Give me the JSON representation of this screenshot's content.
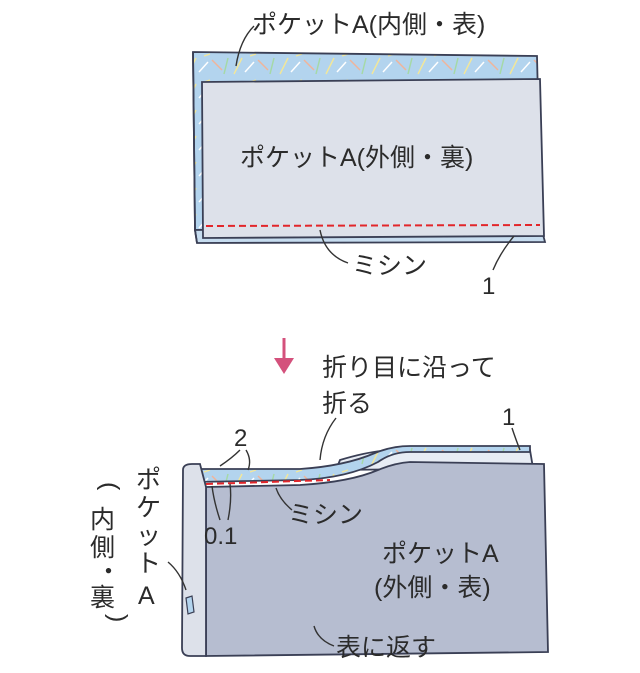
{
  "diagram": {
    "step1": {
      "label_pocket_inner_front": "ポケットA(内側・表)",
      "label_pocket_outer_back": "ポケットA(外側・裏)",
      "label_sewing": "ミシン",
      "label_step_1": "1"
    },
    "step2": {
      "label_fold_line1": "折り目に沿って",
      "label_fold_line2": "折る",
      "label_step_1": "1",
      "label_step_2": "2",
      "label_allowance": "0.1",
      "label_sewing": "ミシン",
      "label_vertical_paren": [
        "(",
        "内",
        "側",
        "・",
        "裏",
        ")"
      ],
      "label_vertical_pocket": [
        "ポ",
        "ケ",
        "ッ",
        "ト",
        "A"
      ],
      "label_pocket_outer_front_1": "ポケットA",
      "label_pocket_outer_front_2": "(外側・表)",
      "label_turn_over": "表に返す"
    },
    "colors": {
      "print_fabric": "#b3d4ee",
      "plain_fabric": "#dde1ea",
      "outer_front": "#b6bdd0",
      "stitch": "#e2262b",
      "arrow": "#d4517c"
    }
  }
}
